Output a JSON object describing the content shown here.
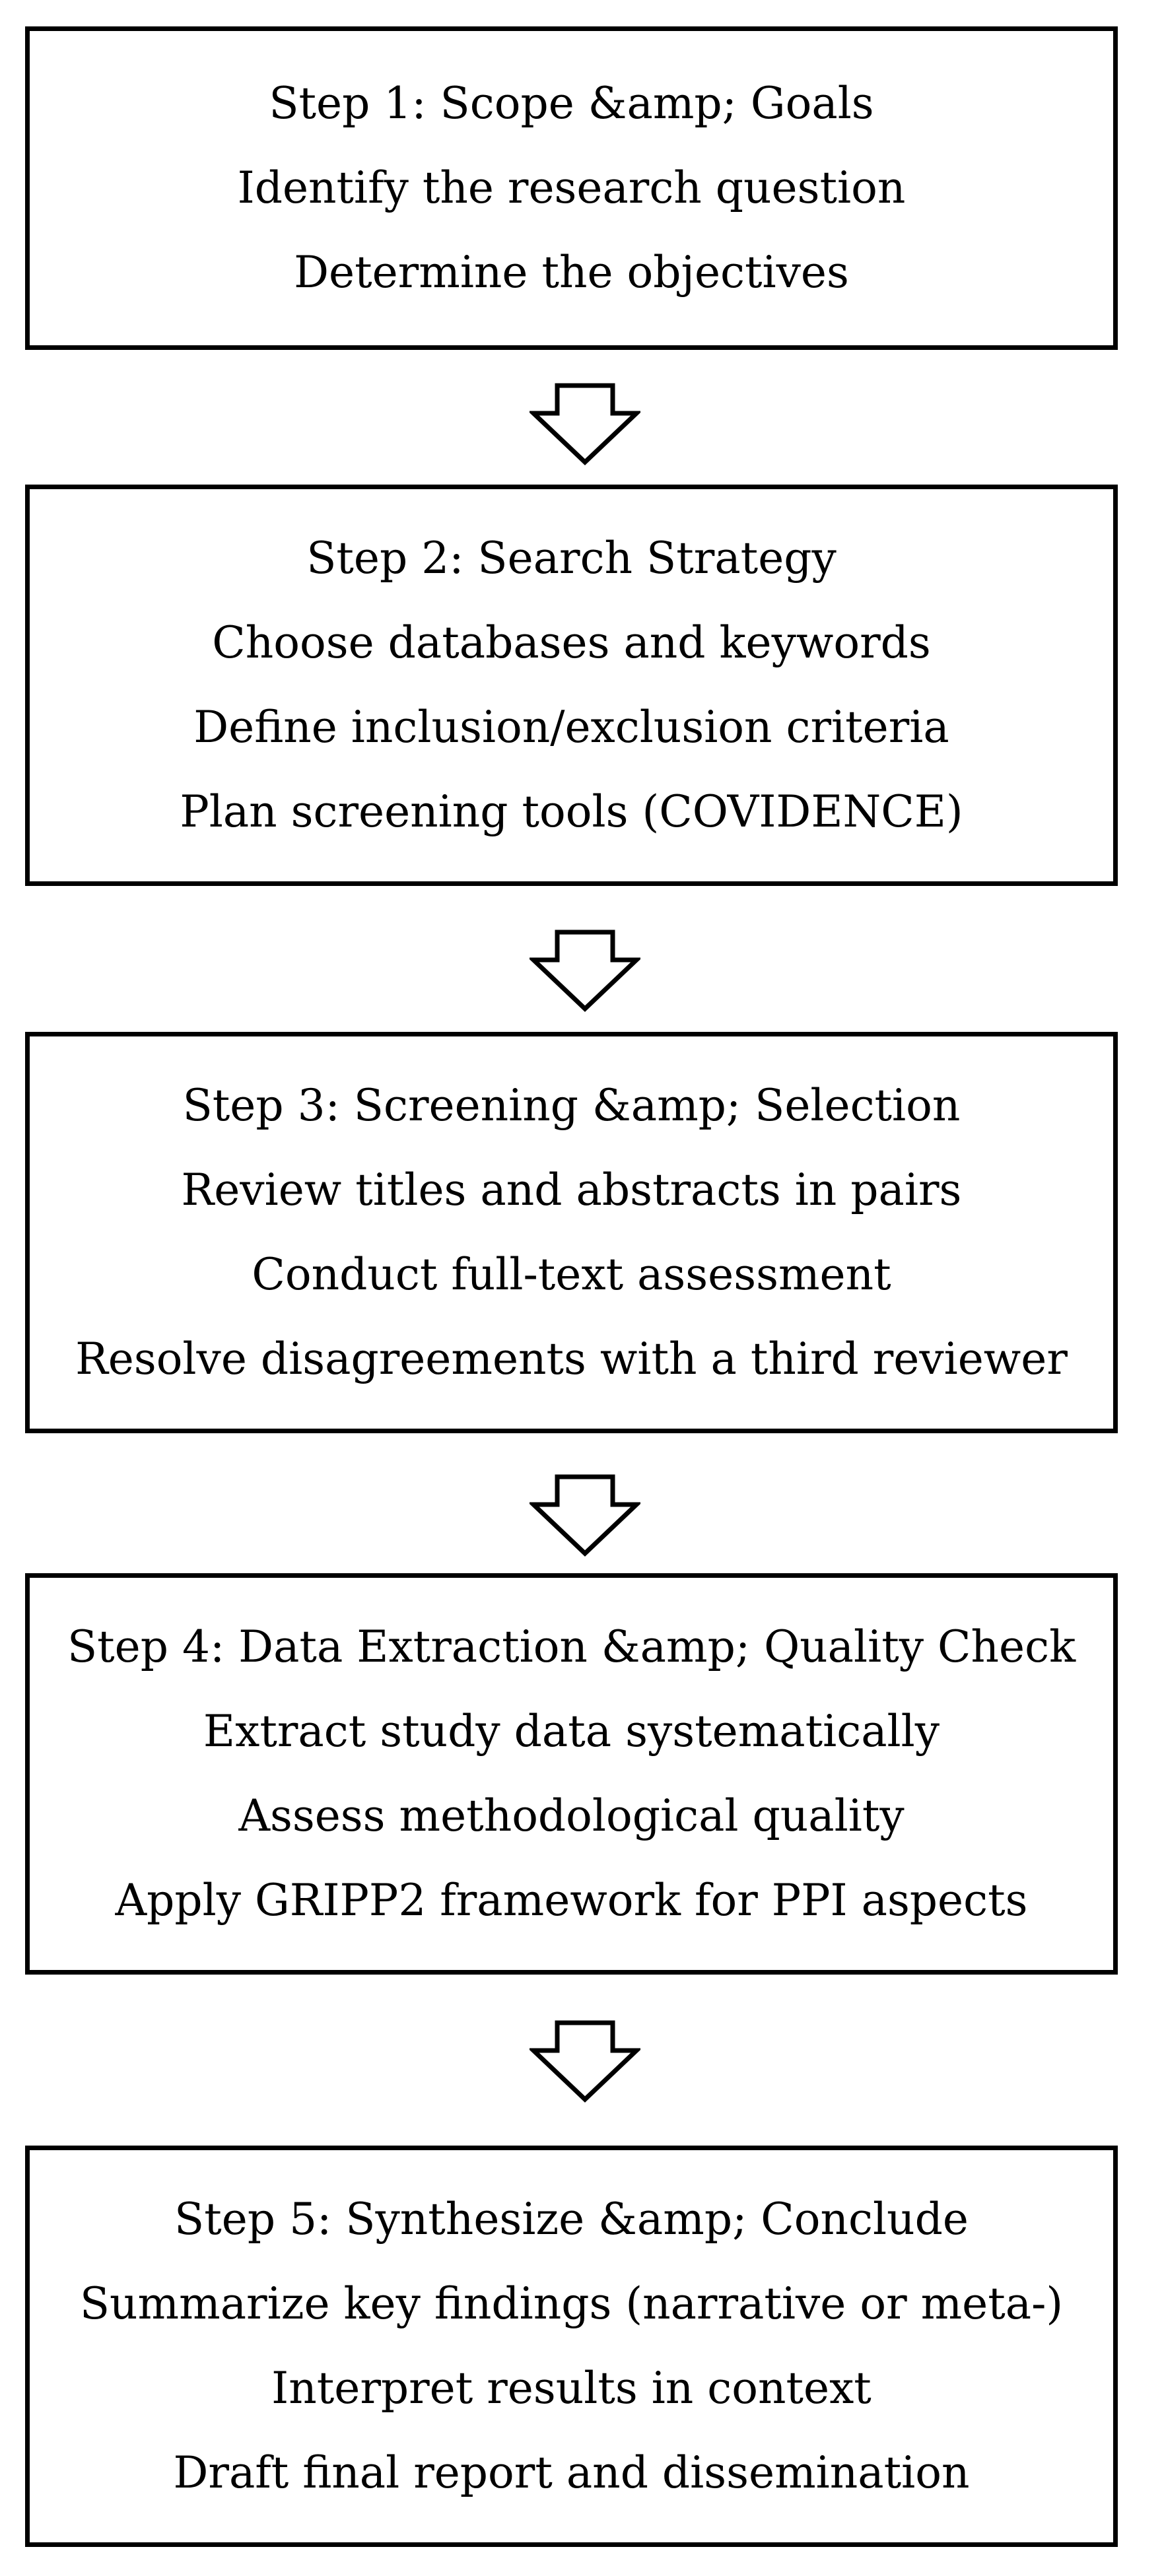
{
  "steps": [
    {
      "title": "Step 1: Scope &amp; Goals",
      "lines": [
        "Identify the research question",
        "Determine the objectives"
      ]
    },
    {
      "title": "Step 2: Search Strategy",
      "lines": [
        "Choose databases and keywords",
        "Define inclusion/exclusion criteria",
        "Plan screening tools (COVIDENCE)"
      ]
    },
    {
      "title": "Step 3: Screening &amp; Selection",
      "lines": [
        "Review titles and abstracts in pairs",
        "Conduct full-text assessment",
        "Resolve disagreements with a third reviewer"
      ]
    },
    {
      "title": "Step 4: Data Extraction &amp; Quality Check",
      "lines": [
        "Extract study data systematically",
        "Assess methodological quality",
        "Apply GRIPP2 framework for PPI aspects"
      ]
    },
    {
      "title": "Step 5: Synthesize &amp; Conclude",
      "lines": [
        "Summarize key findings (narrative or meta-)",
        "Interpret results in context",
        "Draft final report and dissemination"
      ]
    }
  ],
  "arrow_icon": "down-arrow-icon"
}
